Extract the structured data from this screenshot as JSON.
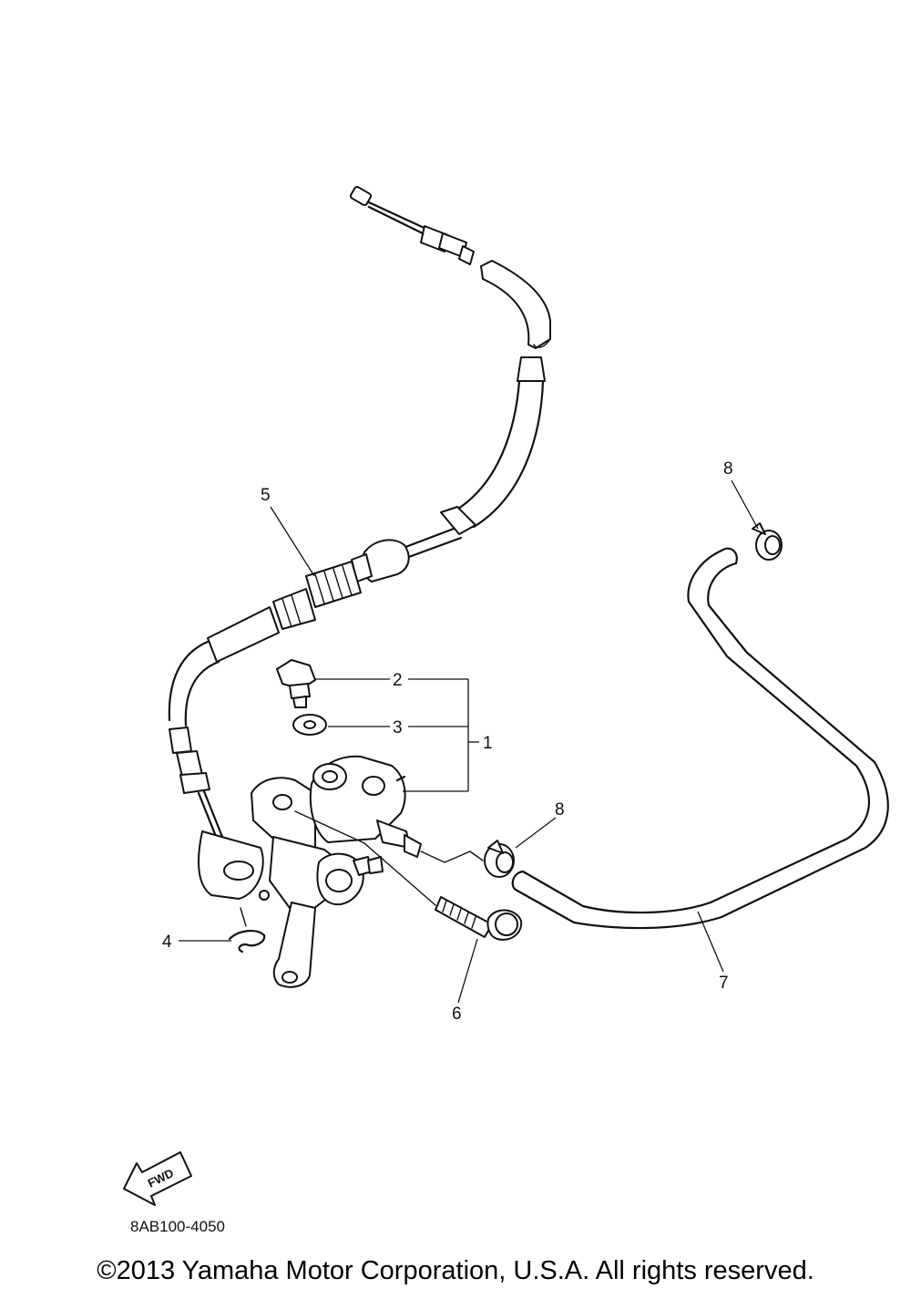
{
  "diagram": {
    "callouts": [
      {
        "id": "c1",
        "text": "1"
      },
      {
        "id": "c2",
        "text": "2"
      },
      {
        "id": "c3",
        "text": "3"
      },
      {
        "id": "c4",
        "text": "4"
      },
      {
        "id": "c5",
        "text": "5"
      },
      {
        "id": "c6",
        "text": "6"
      },
      {
        "id": "c7",
        "text": "7"
      },
      {
        "id": "c8a",
        "text": "8"
      },
      {
        "id": "c8b",
        "text": "8"
      }
    ],
    "fwd_arrow_label": "FWD",
    "diagram_code": "8AB100-4050",
    "parts": [
      "oil-pump-icon",
      "bolt-icon",
      "washer-icon",
      "clip-icon",
      "pump-cable-icon",
      "screw-icon",
      "hose-icon",
      "hose-clamp-icon"
    ]
  },
  "footer": {
    "copyright": "©2013 Yamaha Motor Corporation, U.S.A. All rights reserved."
  }
}
